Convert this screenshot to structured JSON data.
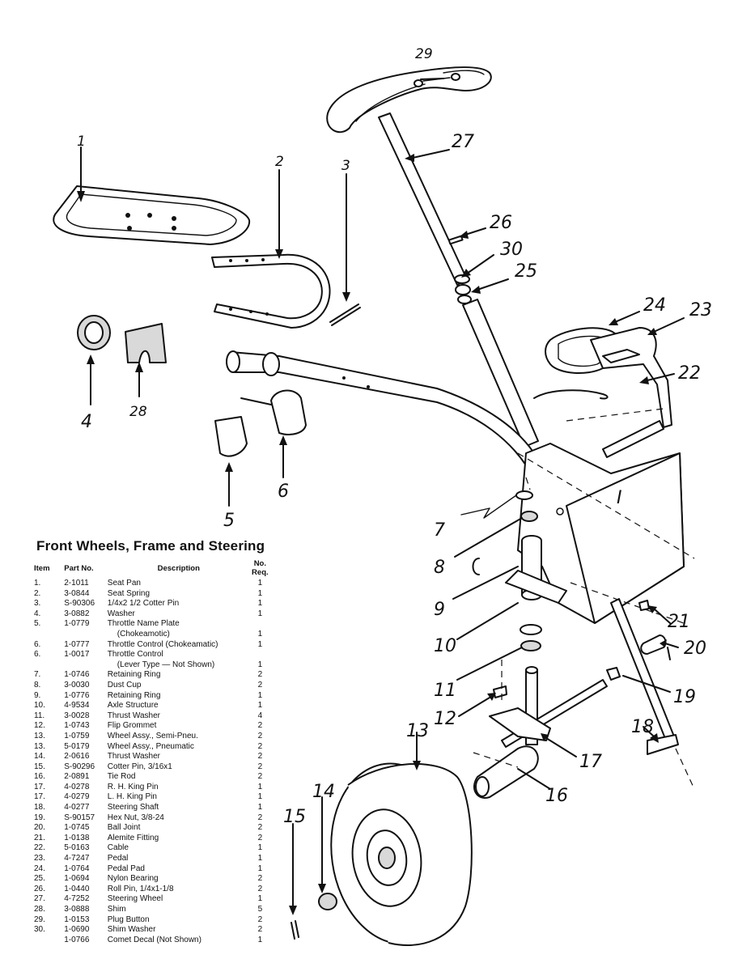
{
  "title": "Front Wheels, Frame and Steering",
  "headers": {
    "item": "Item",
    "part_no": "Part No.",
    "description": "Description",
    "no_req": "No. Req."
  },
  "parts": [
    {
      "item": "1.",
      "part_no": "2-1011",
      "description": "Seat Pan",
      "no_req": "1"
    },
    {
      "item": "2.",
      "part_no": "3-0844",
      "description": "Seat Spring",
      "no_req": "1"
    },
    {
      "item": "3.",
      "part_no": "S-90306",
      "description": "1/4x2 1/2 Cotter Pin",
      "no_req": "1"
    },
    {
      "item": "4.",
      "part_no": "3-0882",
      "description": "Washer",
      "no_req": "1"
    },
    {
      "item": "5.",
      "part_no": "1-0779",
      "description": "Throttle Name Plate",
      "no_req": ""
    },
    {
      "item": "",
      "part_no": "",
      "description": "(Chokeamotic)",
      "no_req": "1"
    },
    {
      "item": "6.",
      "part_no": "1-0777",
      "description": "Throttle Control (Chokeamatic)",
      "no_req": "1"
    },
    {
      "item": "6.",
      "part_no": "1-0017",
      "description": "Throttle Control",
      "no_req": ""
    },
    {
      "item": "",
      "part_no": "",
      "description": "(Lever Type — Not Shown)",
      "no_req": "1"
    },
    {
      "item": "7.",
      "part_no": "1-0746",
      "description": "Retaining Ring",
      "no_req": "2"
    },
    {
      "item": "8.",
      "part_no": "3-0030",
      "description": "Dust Cup",
      "no_req": "2"
    },
    {
      "item": "9.",
      "part_no": "1-0776",
      "description": "Retaining Ring",
      "no_req": "1"
    },
    {
      "item": "10.",
      "part_no": "4-9534",
      "description": "Axle Structure",
      "no_req": "1"
    },
    {
      "item": "11.",
      "part_no": "3-0028",
      "description": "Thrust Washer",
      "no_req": "4"
    },
    {
      "item": "12.",
      "part_no": "1-0743",
      "description": "Flip Grommet",
      "no_req": "2"
    },
    {
      "item": "13.",
      "part_no": "1-0759",
      "description": "Wheel Assy., Semi-Pneu.",
      "no_req": "2"
    },
    {
      "item": "13.",
      "part_no": "5-0179",
      "description": "Wheel Assy., Pneumatic",
      "no_req": "2"
    },
    {
      "item": "14.",
      "part_no": "2-0616",
      "description": "Thrust Washer",
      "no_req": "2"
    },
    {
      "item": "15.",
      "part_no": "S-90296",
      "description": "Cotter Pin, 3/16x1",
      "no_req": "2"
    },
    {
      "item": "16.",
      "part_no": "2-0891",
      "description": "Tie Rod",
      "no_req": "2"
    },
    {
      "item": "17.",
      "part_no": "4-0278",
      "description": "R. H. King Pin",
      "no_req": "1"
    },
    {
      "item": "17.",
      "part_no": "4-0279",
      "description": "L. H. King Pin",
      "no_req": "1"
    },
    {
      "item": "18.",
      "part_no": "4-0277",
      "description": "Steering Shaft",
      "no_req": "1"
    },
    {
      "item": "19.",
      "part_no": "S-90157",
      "description": "Hex Nut, 3/8-24",
      "no_req": "2"
    },
    {
      "item": "20.",
      "part_no": "1-0745",
      "description": "Ball Joint",
      "no_req": "2"
    },
    {
      "item": "21.",
      "part_no": "1-0138",
      "description": "Alemite Fitting",
      "no_req": "2"
    },
    {
      "item": "22.",
      "part_no": "5-0163",
      "description": "Cable",
      "no_req": "1"
    },
    {
      "item": "23.",
      "part_no": "4-7247",
      "description": "Pedal",
      "no_req": "1"
    },
    {
      "item": "24.",
      "part_no": "1-0764",
      "description": "Pedal Pad",
      "no_req": "1"
    },
    {
      "item": "25.",
      "part_no": "1-0694",
      "description": "Nylon Bearing",
      "no_req": "2"
    },
    {
      "item": "26.",
      "part_no": "1-0440",
      "description": "Roll Pin, 1/4x1-1/8",
      "no_req": "2"
    },
    {
      "item": "27.",
      "part_no": "4-7252",
      "description": "Steering Wheel",
      "no_req": "1"
    },
    {
      "item": "28.",
      "part_no": "3-0888",
      "description": "Shim",
      "no_req": "5"
    },
    {
      "item": "29.",
      "part_no": "1-0153",
      "description": "Plug Button",
      "no_req": "2"
    },
    {
      "item": "30.",
      "part_no": "1-0690",
      "description": "Shim Washer",
      "no_req": "2"
    },
    {
      "item": "",
      "part_no": "1-0766",
      "description": "Comet Decal (Not Shown)",
      "no_req": "1"
    }
  ],
  "callouts": {
    "n1": "1",
    "n2": "2",
    "n3": "3",
    "n4": "4",
    "n5": "5",
    "n6": "6",
    "n7": "7",
    "n8": "8",
    "n9": "9",
    "n10": "10",
    "n11": "11",
    "n12": "12",
    "n13": "13",
    "n14": "14",
    "n15": "15",
    "n16": "16",
    "n17": "17",
    "n18": "18",
    "n19": "19",
    "n20": "20",
    "n21": "21",
    "n22": "22",
    "n23": "23",
    "n24": "24",
    "n25": "25",
    "n26": "26",
    "n27": "27",
    "n28": "28",
    "n29": "29",
    "n30": "30"
  },
  "plate_mark": "I"
}
